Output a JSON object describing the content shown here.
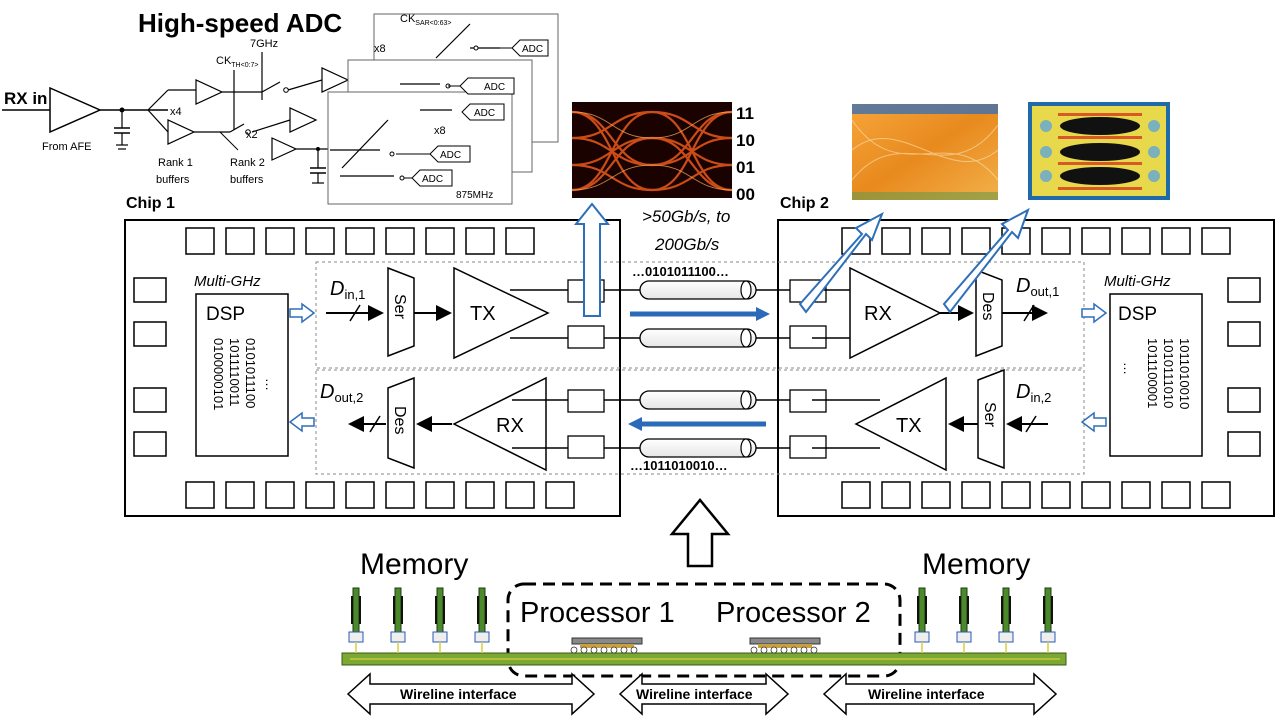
{
  "adc": {
    "title": "High-speed ADC",
    "rx_in": "RX in",
    "from_afe": "From AFE",
    "x4": "x4",
    "x2": "x2",
    "x8": "x8",
    "ghz7": "7GHz",
    "ck_th_base": "CK",
    "ck_th_sub": "TH<0:7>",
    "ck_sar_base": "CK",
    "ck_sar_sub": "SAR<0:63>",
    "mhz875": "875MHz",
    "rank1_l1": "Rank 1",
    "rank1_l2": "buffers",
    "rank2_l1": "Rank 2",
    "rank2_l2": "buffers",
    "adc_label": "ADC"
  },
  "eye": {
    "l11": "11",
    "l10": "10",
    "l01": "01",
    "l00": "00"
  },
  "link": {
    "rate_l1": ">50Gb/s, to",
    "rate_l2": "200Gb/s",
    "bits_top": "…0101011100…",
    "bits_bottom": "…1011010010…"
  },
  "chip1": {
    "title": "Chip 1",
    "multighz": "Multi-GHz",
    "dsp": "DSP",
    "bits": [
      "0101011100",
      "1011110011",
      "0100000101"
    ],
    "ellipsis": "…",
    "d_in_base": "D",
    "d_in_sub": "in,1",
    "d_out_base": "D",
    "d_out_sub": "out,2",
    "ser": "Ser",
    "des": "Des",
    "tx": "TX",
    "rx": "RX"
  },
  "chip2": {
    "title": "Chip 2",
    "multighz": "Multi-GHz",
    "dsp": "DSP",
    "bits": [
      "1011010010",
      "1010111010",
      "1011100001"
    ],
    "ellipsis": "…",
    "d_out_base": "D",
    "d_out_sub": "out,1",
    "d_in_base": "D",
    "d_in_sub": "in,2",
    "ser": "Ser",
    "des": "Des",
    "tx": "TX",
    "rx": "RX"
  },
  "system": {
    "memory_left": "Memory",
    "memory_right": "Memory",
    "processor1": "Processor 1",
    "processor2": "Processor 2",
    "wireline_left": "Wireline interface",
    "wireline_mid": "Wireline interface",
    "wireline_right": "Wireline interface"
  }
}
